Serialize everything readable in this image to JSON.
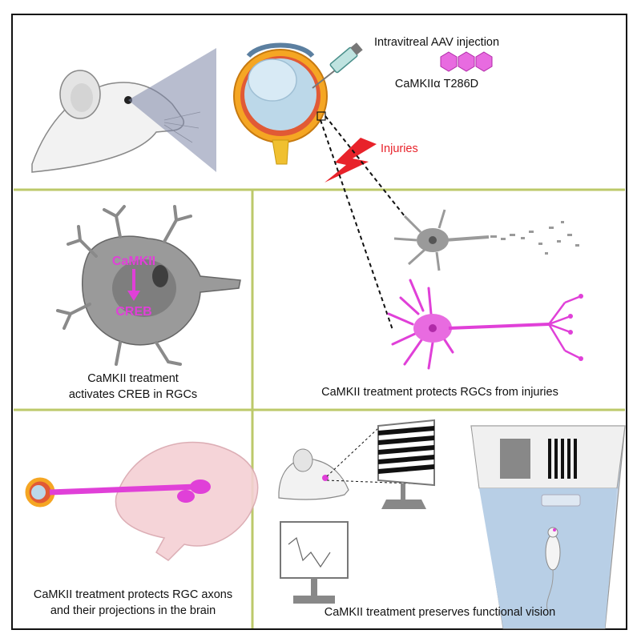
{
  "top_panel": {
    "injection_title": "Intravitreal AAV injection",
    "construct_label": "CaMKIIα T286D",
    "injuries_label": "Injuries"
  },
  "panel_creb": {
    "kinase_label": "CaMKII",
    "target_label": "CREB",
    "caption_line1": "CaMKII treatment",
    "caption_line2": "activates CREB in RGCs"
  },
  "panel_protect": {
    "caption": "CaMKII treatment protects RGCs from injuries"
  },
  "panel_axons": {
    "caption_line1": "CaMKII treatment protects RGC axons",
    "caption_line2": "and their projections in the brain"
  },
  "panel_vision": {
    "caption": "CaMKII treatment preserves functional vision"
  },
  "colors": {
    "divider": "#bcc96a",
    "magenta": "#e040d8",
    "neuron_gray": "#9a9a9a",
    "injury_red": "#e8222a"
  }
}
